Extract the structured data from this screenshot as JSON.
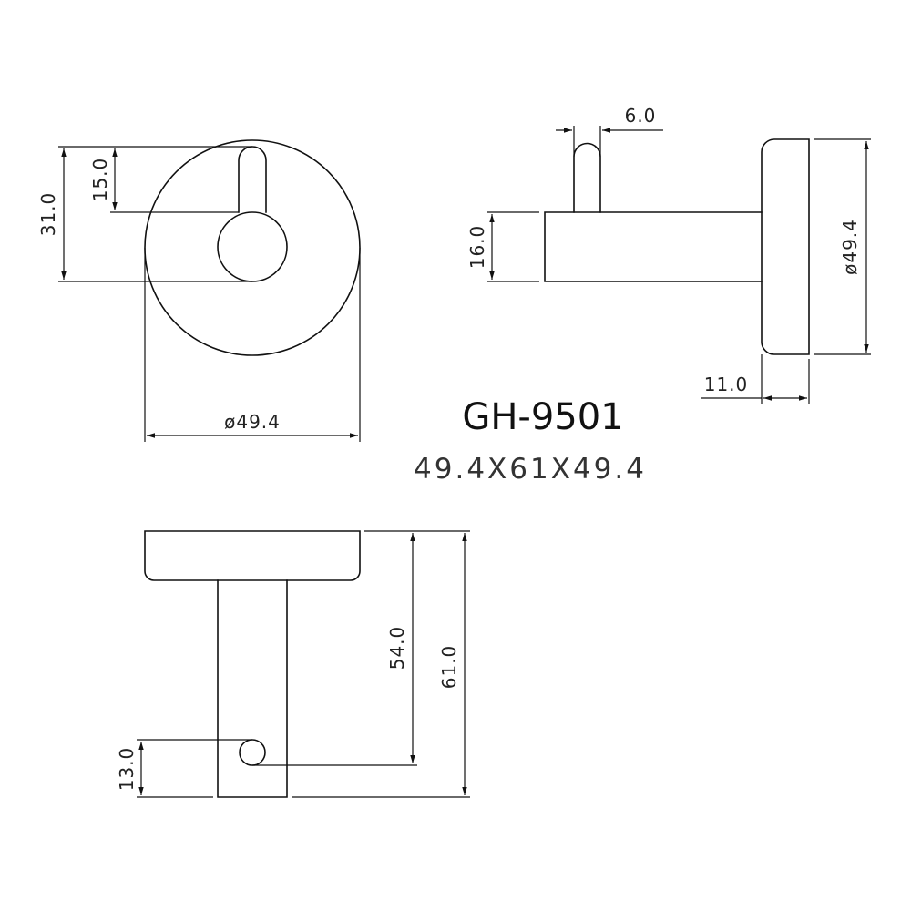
{
  "drawing": {
    "model": "GH-9501",
    "overall_size": "49.4X61X49.4",
    "colors": {
      "line": "#111111",
      "text": "#222222",
      "background": "#ffffff"
    }
  },
  "front_view": {
    "dims": {
      "hook_offset": "31.0",
      "pin_length": "15.0",
      "base_diameter": "ø49.4"
    }
  },
  "side_view": {
    "dims": {
      "pin_diameter": "6.0",
      "arm_diameter": "16.0",
      "base_diameter": "ø49.4",
      "base_thickness": "11.0"
    }
  },
  "top_view": {
    "dims": {
      "hook_depth": "54.0",
      "total_depth": "61.0",
      "pin_offset": "13.0"
    }
  }
}
